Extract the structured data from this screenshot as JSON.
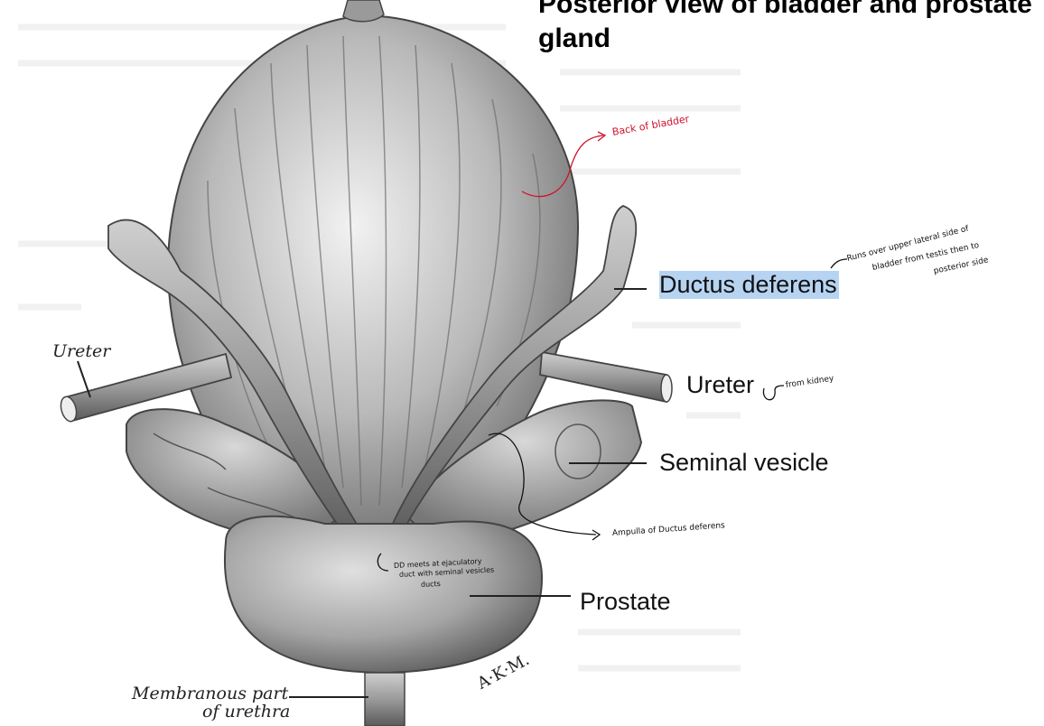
{
  "title": "Posterior view of bladder and prostate gland",
  "labels": {
    "ductus_deferens": "Ductus deferens",
    "ureter_right": "Ureter",
    "seminal_vesicle": "Seminal vesicle",
    "prostate": "Prostate",
    "ureter_left": "Ureter",
    "membranous_line1": "Membranous part",
    "membranous_line2": "of urethra",
    "signature": "A·K·M."
  },
  "notes": {
    "back_of_bladder": "Back of bladder",
    "ductus_note_line1": "Runs over upper lateral side of",
    "ductus_note_line2": "bladder from testis then to",
    "ductus_note_line3": "posterior side",
    "from_kidney": "from kidney",
    "ampulla": "Ampulla of Ductus deferens",
    "dd_meets_line1": "DD meets at ejaculatory",
    "dd_meets_line2": "duct with seminal vesicles",
    "dd_meets_line3": "ducts"
  },
  "colors": {
    "highlight": "#b6d4f2",
    "red_annotation": "#d0112b",
    "illustration_gray": "#8a8a8a"
  }
}
